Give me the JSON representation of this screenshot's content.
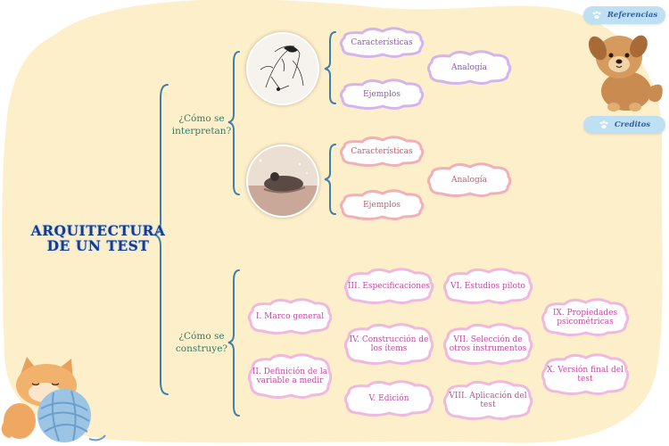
{
  "title": "ARQUITECTURA DE UN TEST",
  "branches": {
    "interpret": {
      "label": "¿Cómo se interpretan?"
    },
    "build": {
      "label": "¿Cómo se construye?"
    }
  },
  "interpret_group_1": {
    "caracteristicas": "Características",
    "ejemplos": "Ejemplos",
    "analogia": "Analogía"
  },
  "interpret_group_2": {
    "caracteristicas": "Características",
    "ejemplos": "Ejemplos",
    "analogia": "Analogía"
  },
  "steps": {
    "s1": "I. Marco general",
    "s2": "II. Definición de la variable a medir",
    "s3": "III. Especificaciones",
    "s4": "IV. Construcción de los ítems",
    "s5": "V. Edición",
    "s6": "VI. Estudios piloto",
    "s7": "VII. Selección de otros instrumentos",
    "s8": "VIII. Aplicación del test",
    "s9": "IX. Propiedades psicométricas",
    "s10": "X. Versión final del test"
  },
  "buttons": {
    "referencias": "Referencias",
    "creditos": "Creditos"
  },
  "colors": {
    "background_blob": "#fdefc9",
    "title": "#1b3a8a",
    "brace": "#3f7fa8",
    "purple_text": "#9a4dc6",
    "pink_text": "#d4546a",
    "magenta_text": "#c24aa0",
    "pill": "#bfe0f3"
  }
}
